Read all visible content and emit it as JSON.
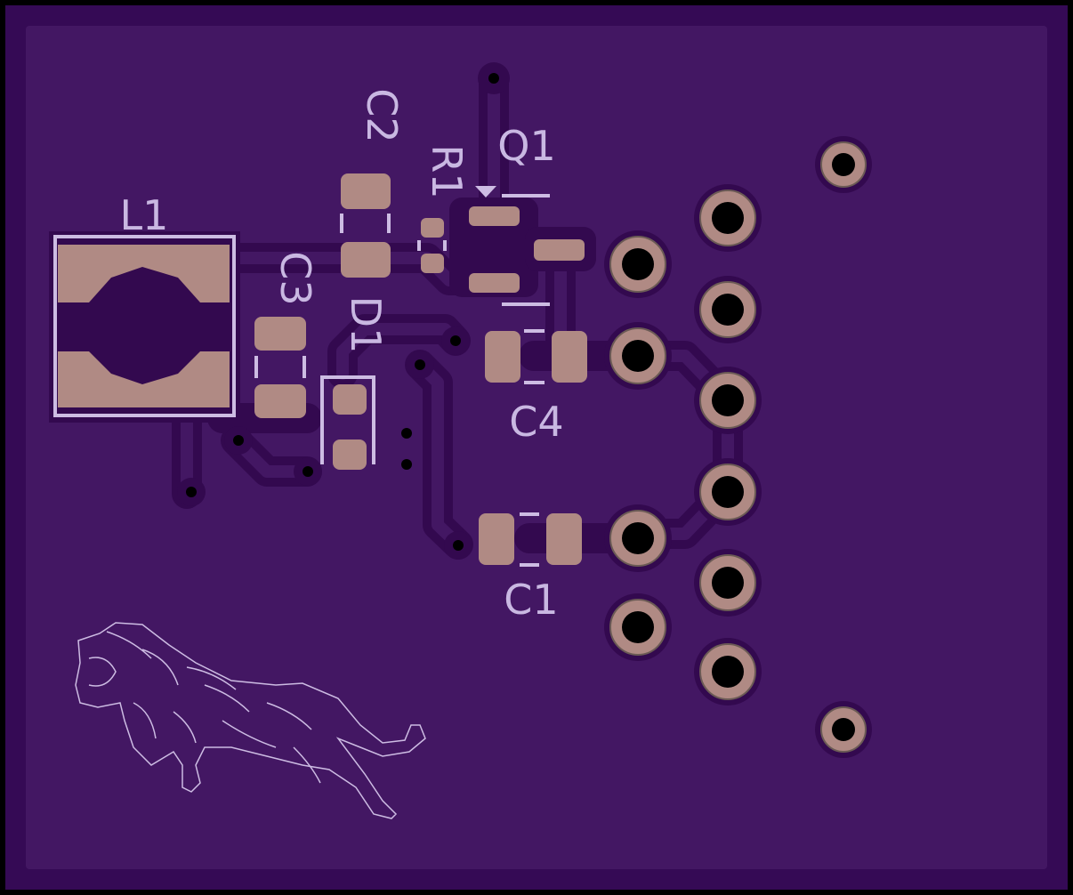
{
  "board": {
    "colors": {
      "edge": "#000000",
      "frame": "#350a55",
      "pour": "#431763",
      "clearance": "#33094f",
      "pad": "#b08a84",
      "silk": "#cdbce3",
      "drill": "#000000"
    },
    "labels": {
      "l1": "L1",
      "c2": "C2",
      "r1": "R1",
      "q1": "Q1",
      "c3": "C3",
      "d1": "D1",
      "c4": "C4",
      "c1": "C1"
    },
    "logo": "cheetah"
  }
}
